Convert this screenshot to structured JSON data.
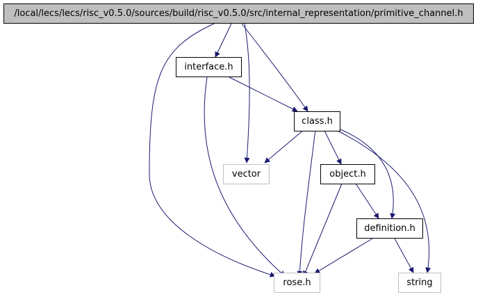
{
  "graph": {
    "root": "/local/lecs/lecs/risc_v0.5.0/sources/build/risc_v0.5.0/src/internal_representation/primitive_channel.h",
    "interface": "interface.h",
    "class": "class.h",
    "vector": "vector",
    "object": "object.h",
    "definition": "definition.h",
    "rose": "rose.h",
    "string": "string"
  },
  "colors": {
    "edge": "#191970",
    "root_fill": "#bfbfbf",
    "doc_border": "#000000",
    "ext_border": "#bfbfbf"
  }
}
